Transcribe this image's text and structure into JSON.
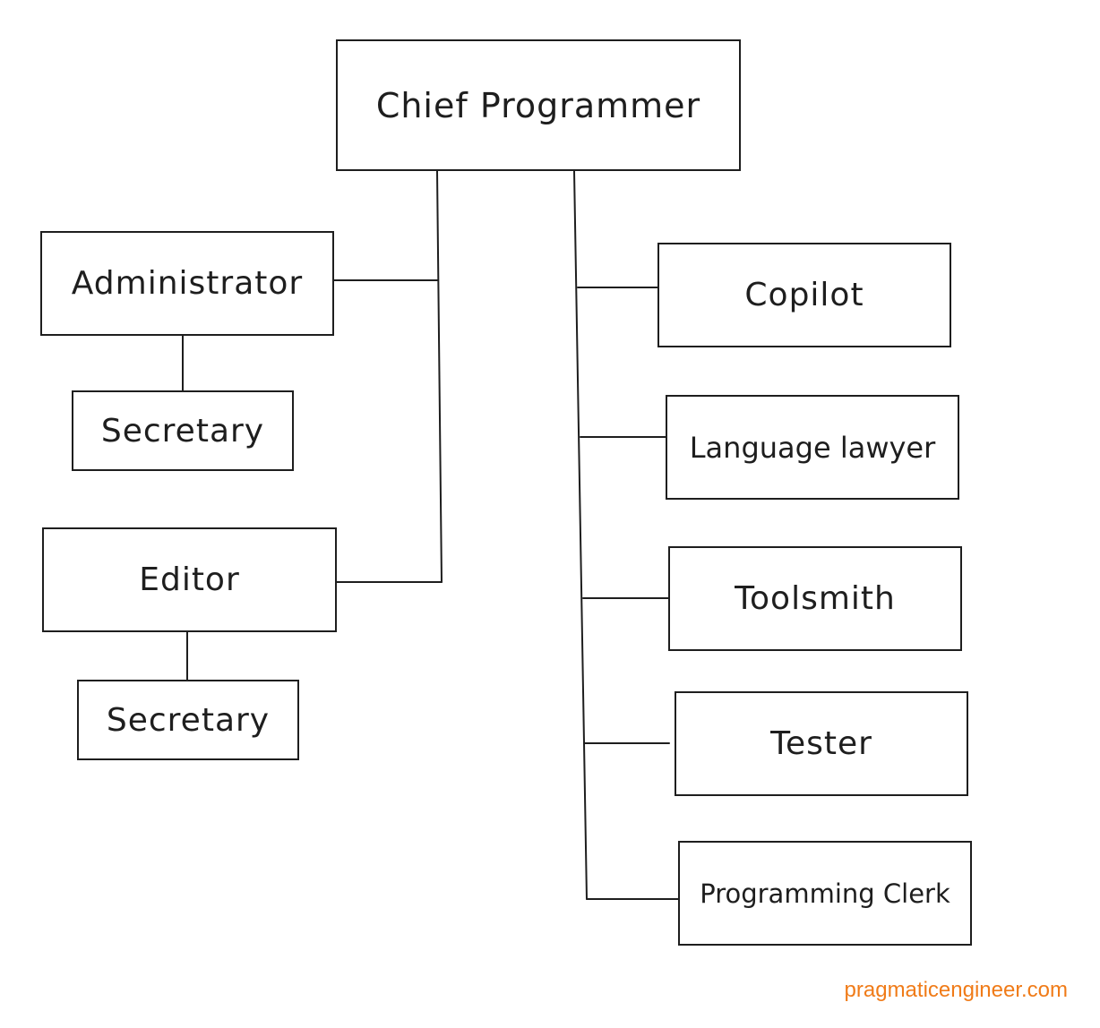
{
  "nodes": {
    "chief_programmer": "Chief Programmer",
    "administrator": "Administrator",
    "administrator_secretary": "Secretary",
    "editor": "Editor",
    "editor_secretary": "Secretary",
    "copilot": "Copilot",
    "language_lawyer": "Language lawyer",
    "toolsmith": "Toolsmith",
    "tester": "Tester",
    "programming_clerk": "Programming Clerk"
  },
  "watermark": "pragmaticengineer.com",
  "colors": {
    "stroke": "#1e1e1e",
    "background": "#ffffff",
    "watermark": "#f07b18"
  }
}
